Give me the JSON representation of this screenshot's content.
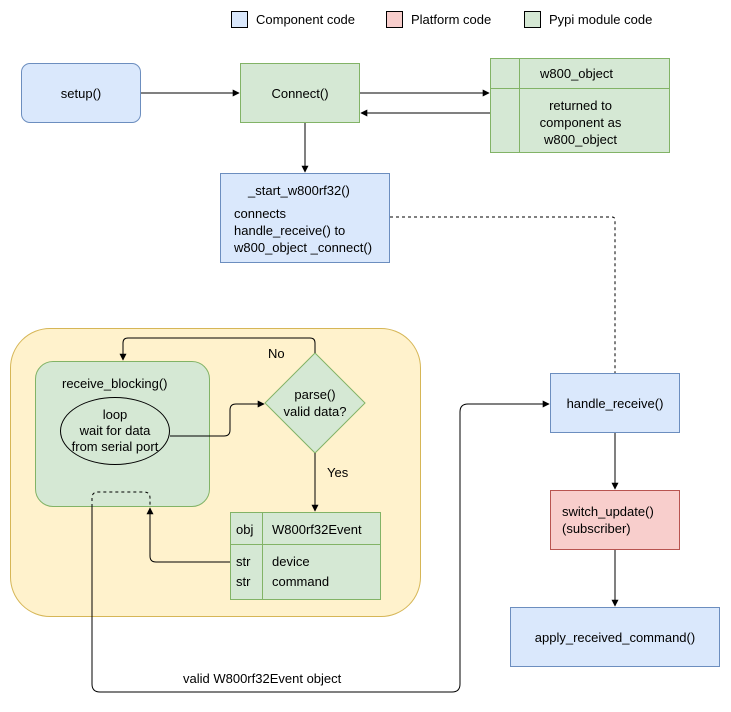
{
  "legend": {
    "component_code": "Component code",
    "platform_code": "Platform code",
    "pypi_code": "Pypi module code"
  },
  "nodes": {
    "setup": "setup()",
    "connect": "Connect()",
    "w800_object": {
      "title": "w800_object",
      "body_line1": "returned to",
      "body_line2": "component as",
      "body_line3": "w800_object"
    },
    "start_w800rf32": {
      "title": "_start_w800rf32()",
      "line1": "connects",
      "line2": "handle_receive() to",
      "line3": "w800_object _connect()"
    },
    "receive_blocking": {
      "title": "receive_blocking()",
      "loop_line1": "loop",
      "loop_line2": "wait for data",
      "loop_line3": "from serial port"
    },
    "parse": {
      "line1": "parse()",
      "line2": "valid data?"
    },
    "event": {
      "col1_header": "obj",
      "col2_header": "W800rf32Event",
      "row1_type": "str",
      "row1_name": "device",
      "row2_type": "str",
      "row2_name": "command"
    },
    "handle_receive": "handle_receive()",
    "switch_update": {
      "line1": "switch_update()",
      "line2": "(subscriber)"
    },
    "apply_received_command": "apply_received_command()"
  },
  "edge_labels": {
    "no": "No",
    "yes": "Yes",
    "valid_event": "valid W800rf32Event object"
  },
  "colors": {
    "component_fill": "#dae8fc",
    "platform_fill": "#f8cecc",
    "pypi_fill": "#d5e8d4",
    "container_fill": "#fff2cc"
  }
}
